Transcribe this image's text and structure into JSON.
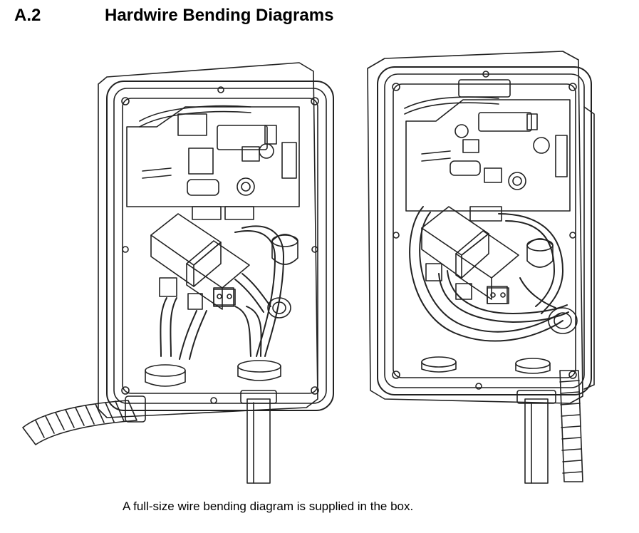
{
  "section": {
    "number": "A.2",
    "title": "Hardwire Bending Diagrams"
  },
  "figure": {
    "left_unit": "charger-with-bottom-entry-conduit",
    "right_unit": "charger-with-side-entry-conduit",
    "style": "black line drawing on white"
  },
  "caption": "A full-size wire bending diagram is supplied in the box.",
  "colors": {
    "text": "#000000",
    "line": "#222222",
    "background": "#ffffff"
  }
}
